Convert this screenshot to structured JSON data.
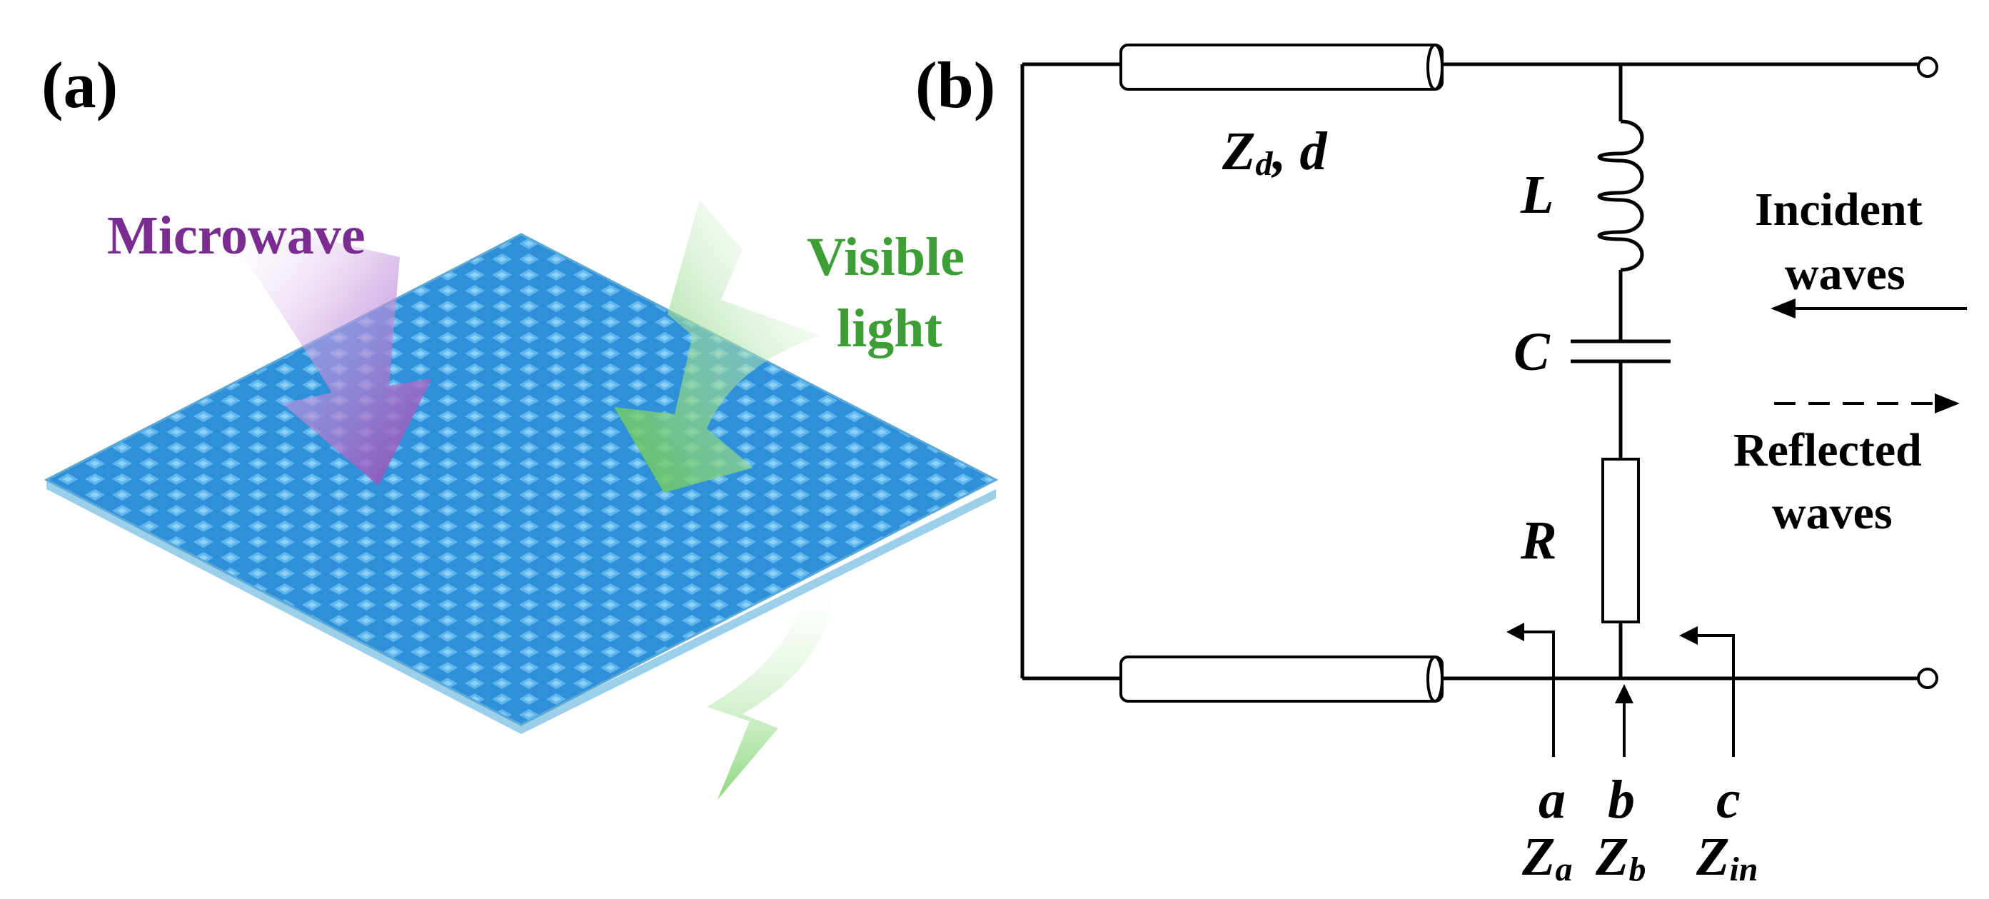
{
  "panel_a": {
    "label": "(a)",
    "microwave_label": "Microwave",
    "visible_label_line1": "Visible",
    "visible_label_line2": "light",
    "colors": {
      "microwave": "#7b2c91",
      "visible": "#3e9e36",
      "surface": "#2f8fd8"
    }
  },
  "panel_b": {
    "label": "(b)",
    "line_label_main": "Z",
    "line_label_sub": "d",
    "line_label_rest": ", d",
    "inductor_label": "L",
    "capacitor_label": "C",
    "resistor_label": "R",
    "incident_line1": "Incident",
    "incident_line2": "waves",
    "reflected_line1": "Reflected",
    "reflected_line2": "waves",
    "points": [
      {
        "letter": "a",
        "z_main": "Z",
        "z_sub": "a"
      },
      {
        "letter": "b",
        "z_main": "Z",
        "z_sub": "b"
      },
      {
        "letter": "c",
        "z_main": "Z",
        "z_sub": "in"
      }
    ]
  }
}
